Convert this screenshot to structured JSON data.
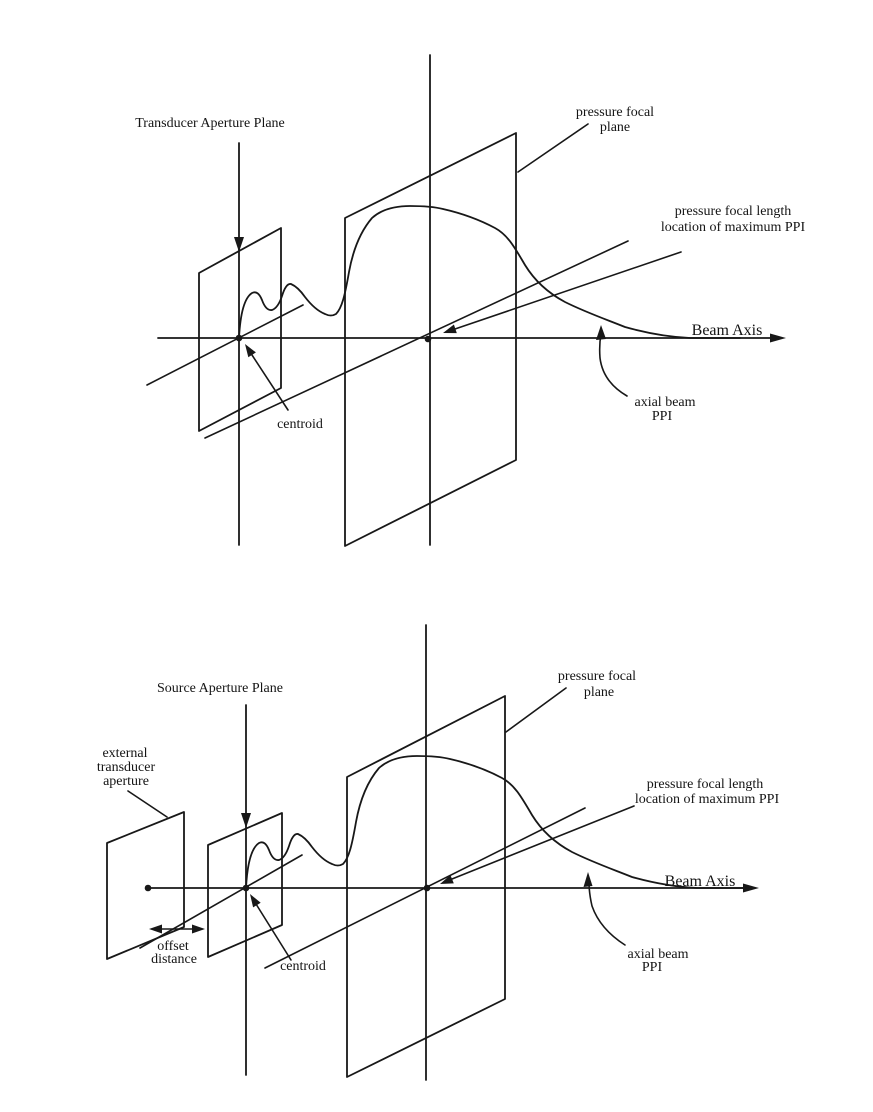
{
  "colors": {
    "ink": "#181818",
    "paper": "#ffffff"
  },
  "top_diagram": {
    "aperture_plane_label": "Transducer Aperture Plane",
    "pressure_focal_plane": {
      "line1": "pressure focal",
      "line2": "plane"
    },
    "pressure_focal_length": {
      "line1": "pressure focal length",
      "line2": "location of maximum PPI"
    },
    "beam_axis": "Beam Axis",
    "axial_beam_ppi": {
      "line1": "axial beam",
      "line2": "PPI"
    },
    "centroid": "centroid"
  },
  "bottom_diagram": {
    "aperture_plane_label": "Source Aperture Plane",
    "external_aperture": {
      "line1": "external",
      "line2": "transducer",
      "line3": "aperture"
    },
    "offset_distance": {
      "line1": "offset",
      "line2": "distance"
    },
    "pressure_focal_plane": {
      "line1": "pressure focal",
      "line2": "plane"
    },
    "pressure_focal_length": {
      "line1": "pressure focal length",
      "line2": "location of maximum PPI"
    },
    "beam_axis": "Beam Axis",
    "axial_beam_ppi": {
      "line1": "axial beam",
      "line2": "PPI"
    },
    "centroid": "centroid"
  }
}
